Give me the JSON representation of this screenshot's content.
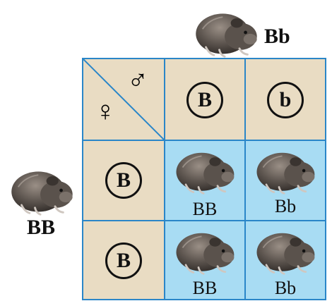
{
  "parents": {
    "male": {
      "genotype": "Bb",
      "icon": "guinea-pig-icon"
    },
    "female": {
      "genotype": "BB",
      "icon": "guinea-pig-icon"
    }
  },
  "corner": {
    "male_symbol": "♂",
    "female_symbol": "♀"
  },
  "male_gametes": [
    "B",
    "b"
  ],
  "female_gametes": [
    "B",
    "B"
  ],
  "offspring": [
    [
      "BB",
      "Bb"
    ],
    [
      "BB",
      "Bb"
    ]
  ],
  "colors": {
    "header_cell": "#e9dcc3",
    "offspring_cell": "#a8dcf3",
    "border": "#2a86c8"
  }
}
